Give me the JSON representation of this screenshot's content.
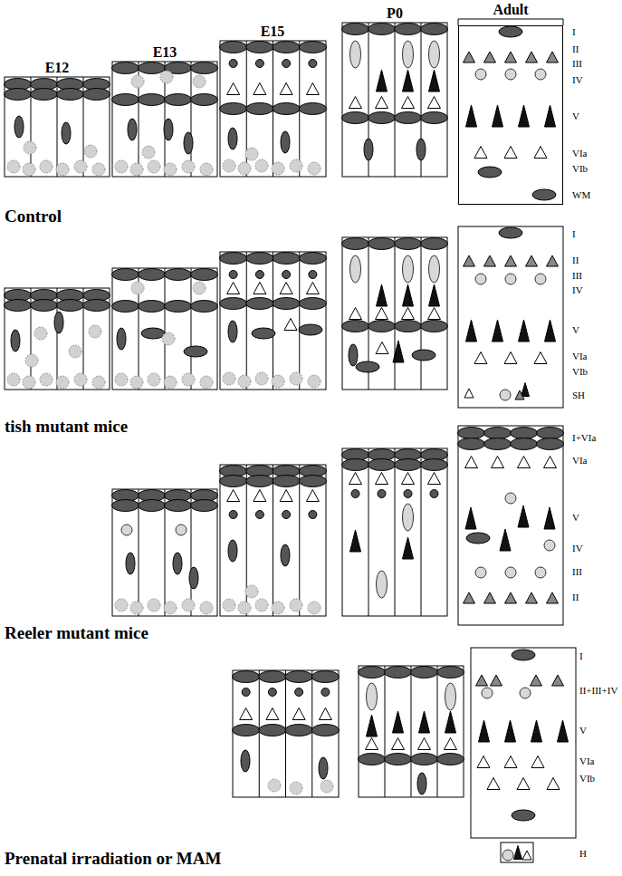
{
  "diagram": {
    "nodes": [
      {
        "text": [
          "Adult"
        ]
      }
    ],
    "labels": [
      "E12",
      "E13",
      "E15",
      "P0",
      "I",
      "II",
      "III",
      "IV",
      "V",
      "VIa",
      "VIb",
      "WM",
      "Control",
      "I",
      "II",
      "III",
      "IV",
      "V",
      "VIa",
      "VIb",
      "SH",
      "tish mutant mice",
      "I+VIa",
      "VIa",
      "V",
      "IV",
      "III",
      "II",
      "Reeler mutant mice",
      "I",
      "II+III+IV",
      "V",
      "VIa",
      "VIb",
      "H",
      "Prenatal irradiation or MAM"
    ]
  }
}
